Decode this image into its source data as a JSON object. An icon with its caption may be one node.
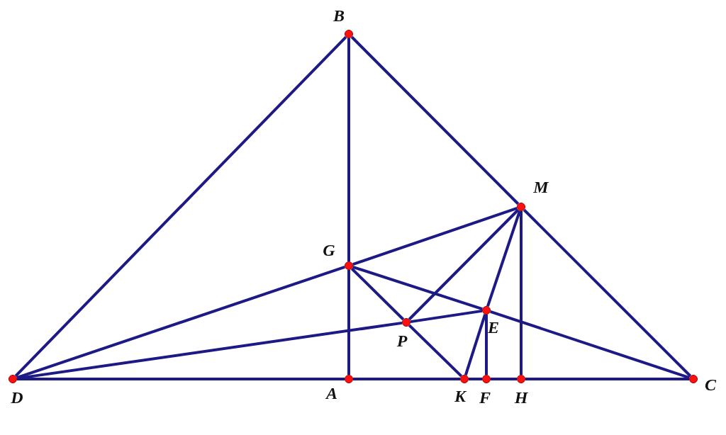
{
  "diagram": {
    "nodes": [
      {
        "text": [
          "B"
        ]
      },
      {
        "text": [
          "M"
        ]
      },
      {
        "text": [
          "G"
        ]
      },
      {
        "text": [
          "E"
        ]
      },
      {
        "text": [
          "P"
        ]
      },
      {
        "text": [
          "D"
        ]
      },
      {
        "text": [
          "A"
        ]
      },
      {
        "text": [
          "K"
        ]
      },
      {
        "text": [
          "F"
        ]
      },
      {
        "text": [
          "H"
        ]
      },
      {
        "text": [
          "C"
        ]
      }
    ],
    "edges": [
      {
        "from": 5,
        "to": 0,
        "arrow": "none"
      },
      {
        "from": 0,
        "to": 2,
        "arrow": "none"
      },
      {
        "from": 2,
        "to": 6,
        "arrow": "none"
      },
      {
        "from": 0,
        "to": 1,
        "arrow": "none"
      },
      {
        "from": 1,
        "to": 10,
        "arrow": "none"
      },
      {
        "from": 5,
        "to": 6,
        "arrow": "none"
      },
      {
        "from": 6,
        "to": 7,
        "arrow": "none"
      },
      {
        "from": 7,
        "to": 8,
        "arrow": "none"
      },
      {
        "from": 8,
        "to": 9,
        "arrow": "none"
      },
      {
        "from": 9,
        "to": 10,
        "arrow": "none"
      },
      {
        "from": 5,
        "to": 2,
        "arrow": "none"
      },
      {
        "from": 2,
        "to": 1,
        "arrow": "none"
      },
      {
        "from": 5,
        "to": 4,
        "arrow": "none"
      },
      {
        "from": 4,
        "to": 3,
        "arrow": "none"
      },
      {
        "from": 2,
        "to": 4,
        "arrow": "none"
      },
      {
        "from": 4,
        "to": 7,
        "arrow": "none"
      },
      {
        "from": 2,
        "to": 3,
        "arrow": "none"
      },
      {
        "from": 3,
        "to": 10,
        "arrow": "none"
      },
      {
        "from": 1,
        "to": 4,
        "arrow": "none"
      },
      {
        "from": 1,
        "to": 3,
        "arrow": "none"
      },
      {
        "from": 3,
        "to": 7,
        "arrow": "none"
      },
      {
        "from": 3,
        "to": 8,
        "arrow": "none"
      },
      {
        "from": 1,
        "to": 9,
        "arrow": "none"
      }
    ]
  }
}
